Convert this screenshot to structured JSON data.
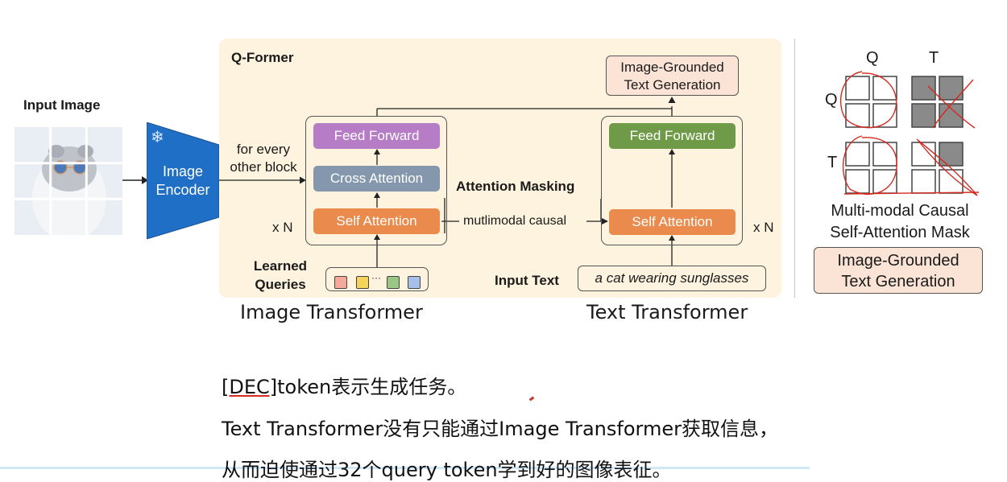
{
  "input_image": {
    "label": "Input Image",
    "image_description": "white fluffy cat wearing round blue sunglasses, split into a 3x3 patch grid"
  },
  "image_encoder": {
    "label_line1": "Image",
    "label_line2": "Encoder",
    "frozen_icon": "snowflake-icon",
    "color": "#1f6fc6"
  },
  "qformer": {
    "title": "Q-Former",
    "cross_attn_note_line1": "for every",
    "cross_attn_note_line2": "other block",
    "image_branch": {
      "repeat": "x N",
      "layers": [
        "Feed Forward",
        "Cross Attention",
        "Self Attention"
      ],
      "queries_label_line1": "Learned",
      "queries_label_line2": "Queries",
      "query_token_colors": [
        "#f4a99a",
        "#f6d45c",
        "#9ac783",
        "#a7c0ea"
      ],
      "ellipsis": "···",
      "caption": "Image Transformer"
    },
    "attention_masking": {
      "title": "Attention Masking",
      "connector_label": "mutlimodal causal"
    },
    "text_branch": {
      "repeat": "x N",
      "layers": [
        "Feed Forward",
        "Self Attention"
      ],
      "input_label": "Input Text",
      "input_value": "a cat wearing sunglasses",
      "caption": "Text Transformer"
    },
    "output": {
      "line1": "Image-Grounded",
      "line2": "Text Generation"
    }
  },
  "mask_panel": {
    "col_labels": [
      "Q",
      "T"
    ],
    "row_labels": [
      "Q",
      "T"
    ],
    "grid": [
      [
        0,
        0,
        1,
        1
      ],
      [
        0,
        0,
        1,
        1
      ],
      [
        0,
        0,
        0,
        1
      ],
      [
        0,
        0,
        0,
        0
      ]
    ],
    "title_line1": "Multi-modal Causal",
    "title_line2": "Self-Attention Mask",
    "badge_line1": "Image-Grounded",
    "badge_line2": "Text Generation",
    "annotation_color": "#d42a20"
  },
  "notes": {
    "line1_underlined": "[DEC]",
    "line1_rest": "token表示生成任务。",
    "line2": "Text Transformer没有只能通过Image Transformer获取信息，",
    "line3": "从而迫使通过32个query token学到好的图像表征。"
  }
}
